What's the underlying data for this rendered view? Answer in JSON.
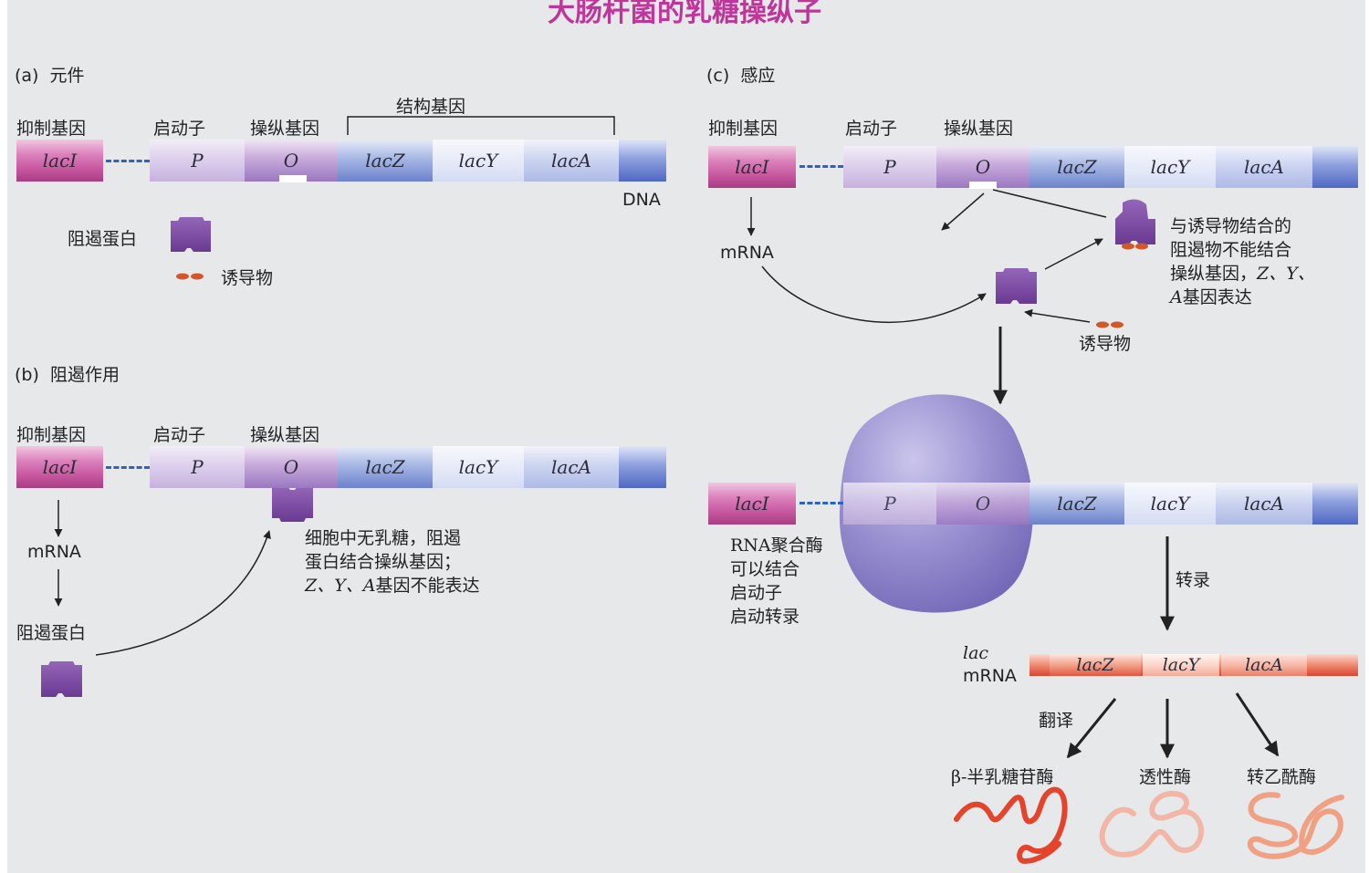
{
  "title": "大肠杆菌的乳糖操纵子",
  "panel_a": {
    "label": "(a)",
    "name": "元件",
    "repressor_gene": "抑制基因",
    "promoter": "启动子",
    "operator": "操纵基因",
    "structural_genes": "结构基因",
    "dna": "DNA",
    "repressor_protein": "阻遏蛋白",
    "inducer": "诱导物"
  },
  "panel_b": {
    "label": "(b)",
    "name": "阻遏作用",
    "repressor_gene": "抑制基因",
    "promoter": "启动子",
    "operator": "操纵基因",
    "mrna": "mRNA",
    "repressor_protein": "阻遏蛋白",
    "note_line1": "细胞中无乳糖，阻遏",
    "note_line2": "蛋白结合操纵基因；",
    "note_line3_italic": "Z、Y、A",
    "note_line3_rest": "基因不能表达"
  },
  "panel_c": {
    "label": "(c)",
    "name": "感应",
    "repressor_gene": "抑制基因",
    "promoter": "启动子",
    "operator": "操纵基因",
    "mrna": "mRNA",
    "inducer": "诱导物",
    "note_line1": "与诱导物结合的",
    "note_line2": "阻遏物不能结合",
    "note_line3_a": "操纵基因，",
    "note_line3_italic": "Z、Y、",
    "note_line4_italic": "A",
    "note_line4_rest": "基因表达",
    "rnap_line1": "RNA聚合酶",
    "rnap_line2": "可以结合",
    "rnap_line3": "启动子",
    "rnap_line4": "启动转录",
    "transcription": "转录",
    "lac_mrna_line1": "lac",
    "lac_mrna_line2": "mRNA",
    "translation": "翻译",
    "enzyme1": "β-半乳糖苷酶",
    "enzyme2": "透性酶",
    "enzyme3": "转乙酰酶"
  },
  "genes": {
    "laci": "lacI",
    "p": "P",
    "o": "O",
    "lacz": "lacZ",
    "lacy": "lacY",
    "laca": "lacA"
  },
  "colors": {
    "title": "#c0359a",
    "repressor": "#7b4aa0",
    "inducer": "#d2582a",
    "rna_polymerase": "#8f86c8",
    "enzyme1": "#e4432c",
    "enzyme2": "#f2b6a6",
    "enzyme3": "#f0a183"
  }
}
